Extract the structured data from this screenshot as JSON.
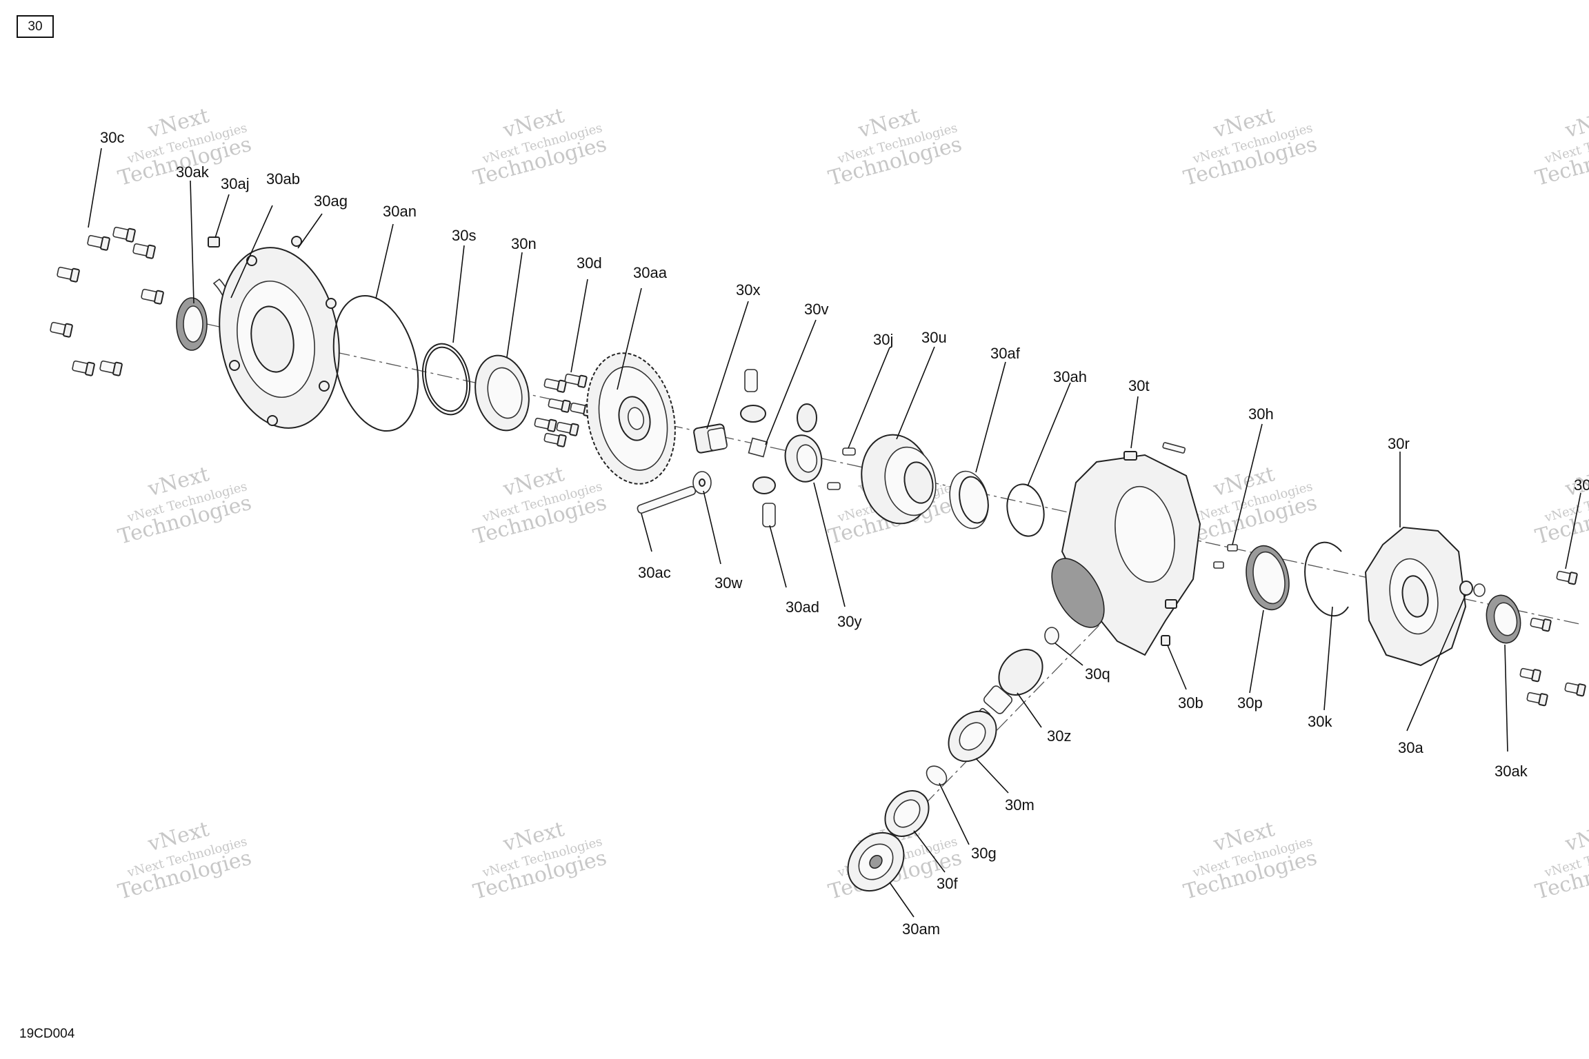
{
  "figure": {
    "number": "30",
    "code": "19CD004"
  },
  "watermark": {
    "line1": "vNext",
    "line2": "vNext Technologies",
    "line3": "Technologies"
  },
  "callouts": [
    {
      "id": "c-30c",
      "label": "30c"
    },
    {
      "id": "c-30ak-top",
      "label": "30ak"
    },
    {
      "id": "c-30aj",
      "label": "30aj"
    },
    {
      "id": "c-30ab",
      "label": "30ab"
    },
    {
      "id": "c-30ag",
      "label": "30ag"
    },
    {
      "id": "c-30an",
      "label": "30an"
    },
    {
      "id": "c-30s",
      "label": "30s"
    },
    {
      "id": "c-30n",
      "label": "30n"
    },
    {
      "id": "c-30d",
      "label": "30d"
    },
    {
      "id": "c-30aa",
      "label": "30aa"
    },
    {
      "id": "c-30x",
      "label": "30x"
    },
    {
      "id": "c-30v",
      "label": "30v"
    },
    {
      "id": "c-30j",
      "label": "30j"
    },
    {
      "id": "c-30u",
      "label": "30u"
    },
    {
      "id": "c-30af",
      "label": "30af"
    },
    {
      "id": "c-30ah",
      "label": "30ah"
    },
    {
      "id": "c-30t",
      "label": "30t"
    },
    {
      "id": "c-30h",
      "label": "30h"
    },
    {
      "id": "c-30r",
      "label": "30r"
    },
    {
      "id": "c-30-edge",
      "label": "30"
    },
    {
      "id": "c-30ac",
      "label": "30ac"
    },
    {
      "id": "c-30w",
      "label": "30w"
    },
    {
      "id": "c-30ad",
      "label": "30ad"
    },
    {
      "id": "c-30y",
      "label": "30y"
    },
    {
      "id": "c-30q",
      "label": "30q"
    },
    {
      "id": "c-30b",
      "label": "30b"
    },
    {
      "id": "c-30p",
      "label": "30p"
    },
    {
      "id": "c-30k",
      "label": "30k"
    },
    {
      "id": "c-30a",
      "label": "30a"
    },
    {
      "id": "c-30ak",
      "label": "30ak"
    },
    {
      "id": "c-30z",
      "label": "30z"
    },
    {
      "id": "c-30m",
      "label": "30m"
    },
    {
      "id": "c-30g",
      "label": "30g"
    },
    {
      "id": "c-30f",
      "label": "30f"
    },
    {
      "id": "c-30am",
      "label": "30am"
    }
  ]
}
